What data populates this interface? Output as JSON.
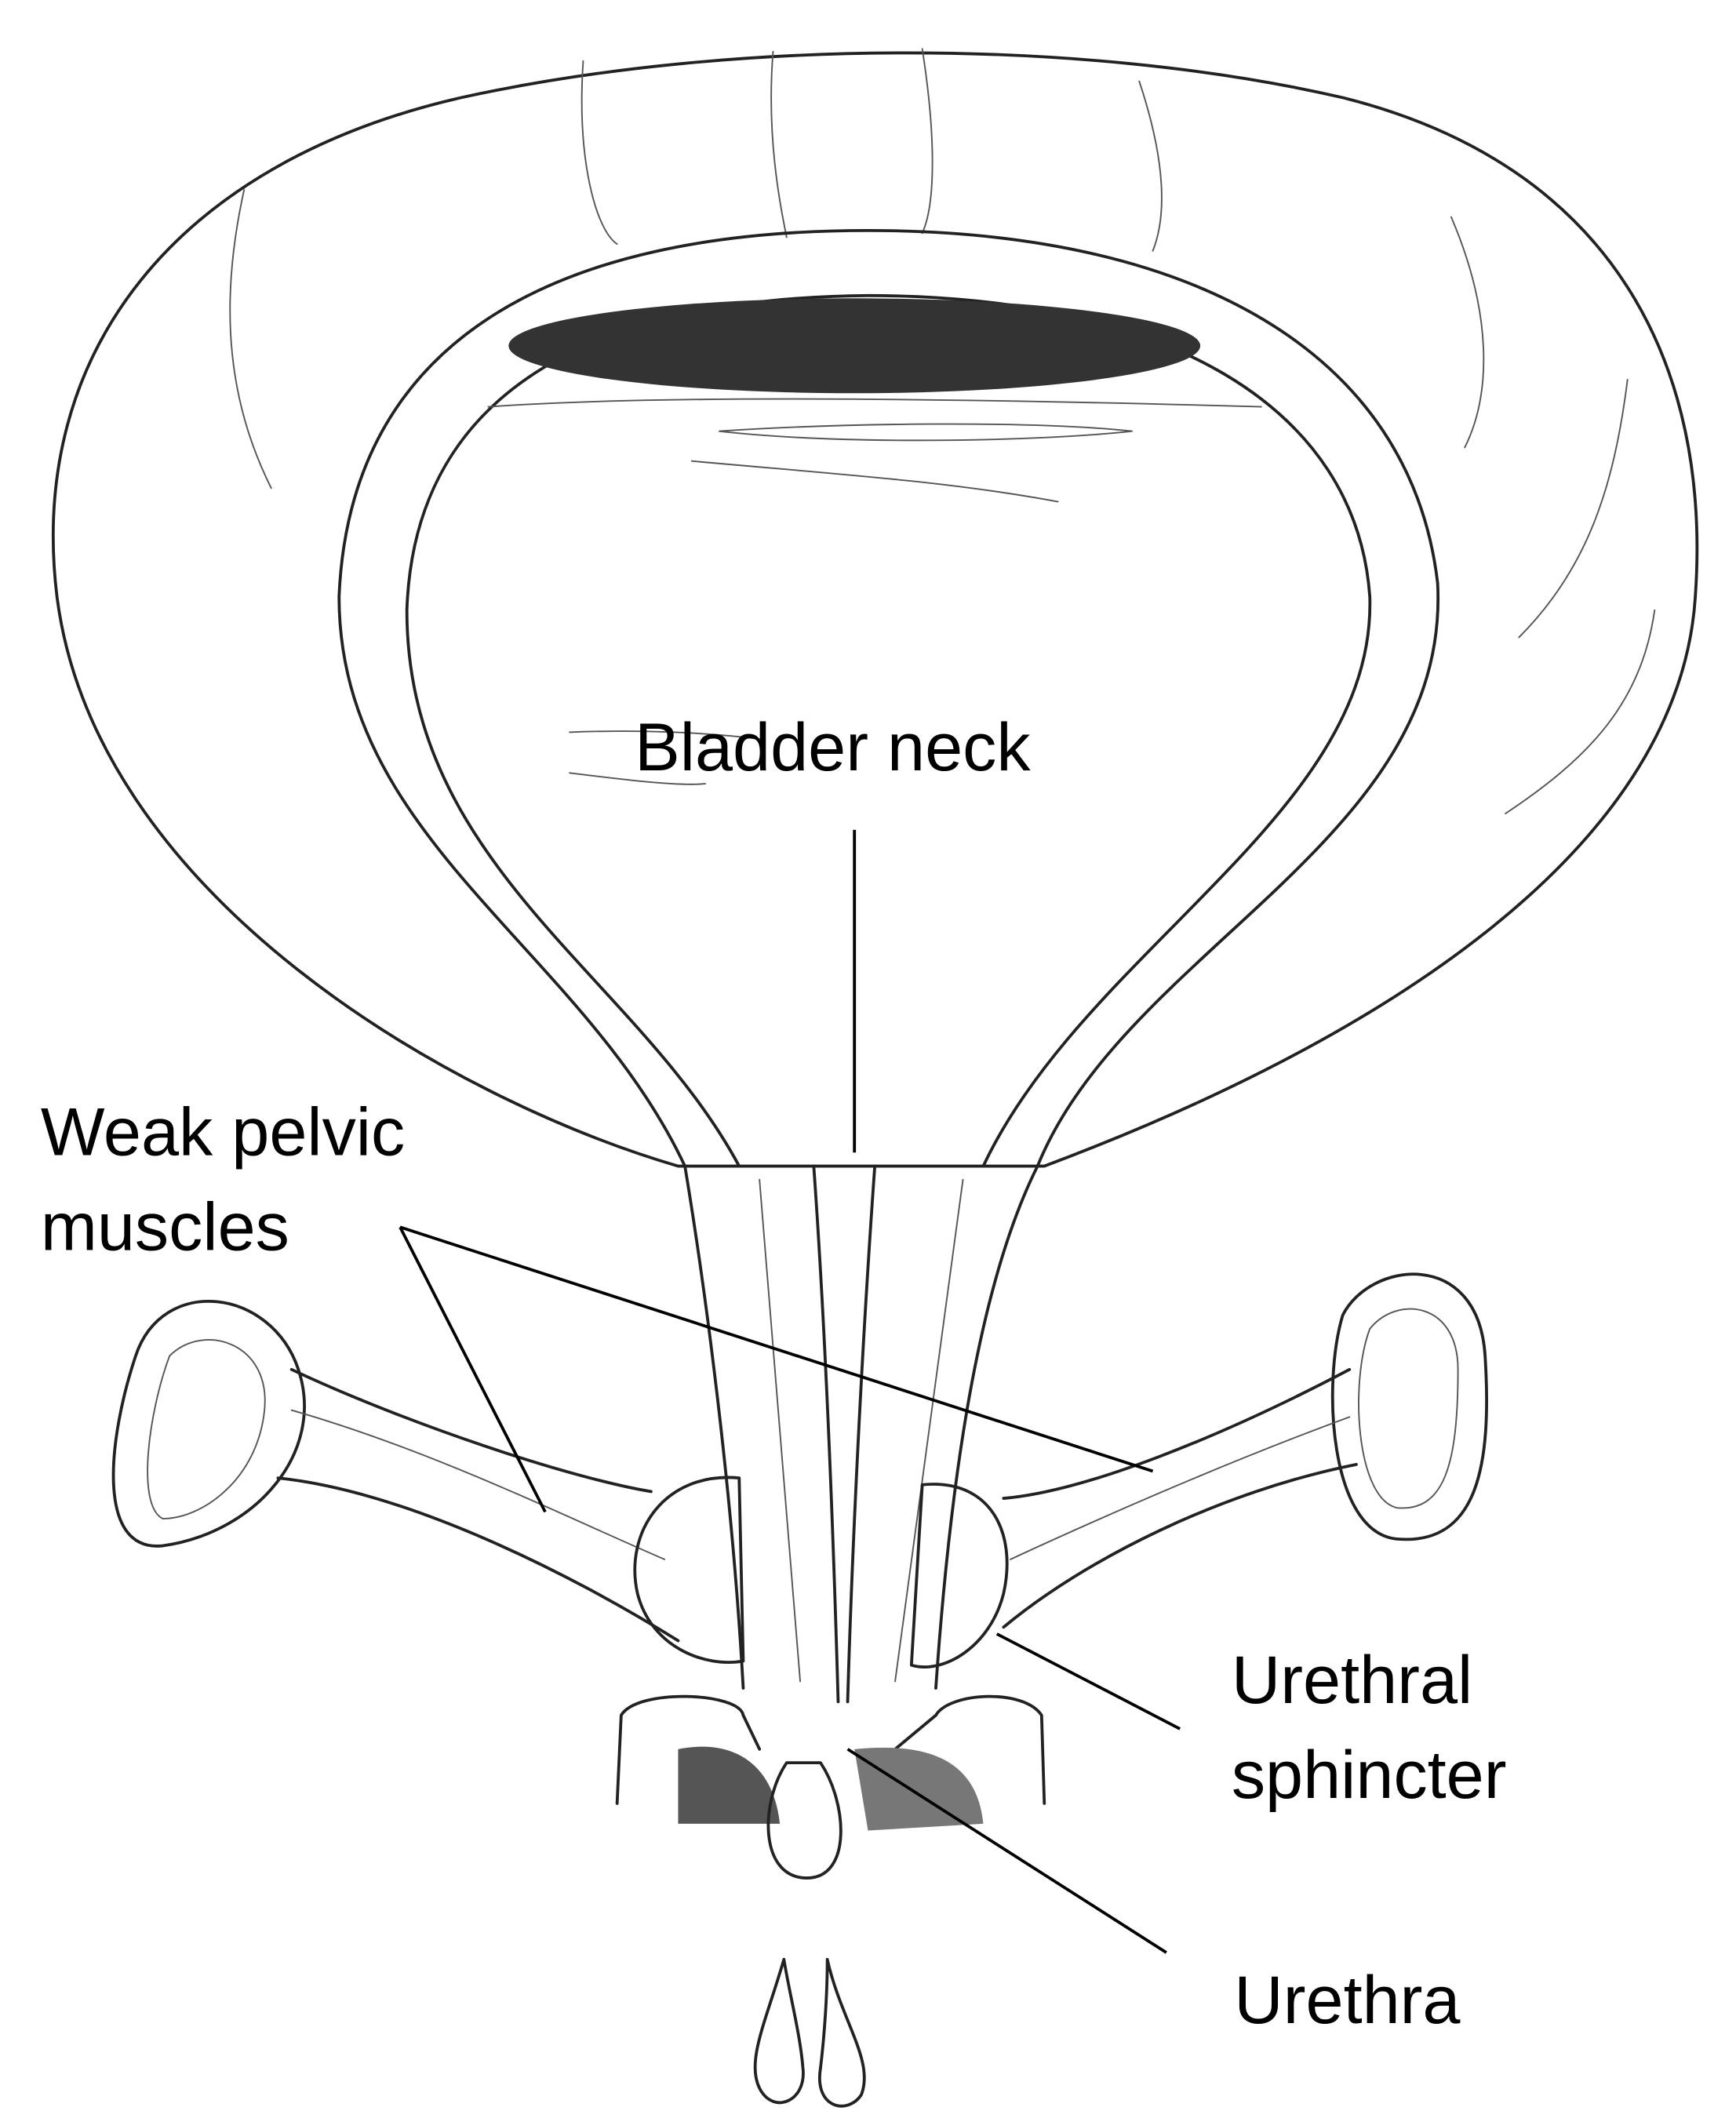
{
  "figure": {
    "labels": {
      "bladder_neck": "Bladder neck",
      "weak_pelvic_muscles_line1": "Weak pelvic",
      "weak_pelvic_muscles_line2": "muscles",
      "urethral_sphincter_line1": "Urethral",
      "urethral_sphincter_line2": "sphincter",
      "urethra": "Urethra"
    },
    "colors": {
      "ink": "#222222",
      "shade": "#333333",
      "background": "#ffffff"
    }
  }
}
